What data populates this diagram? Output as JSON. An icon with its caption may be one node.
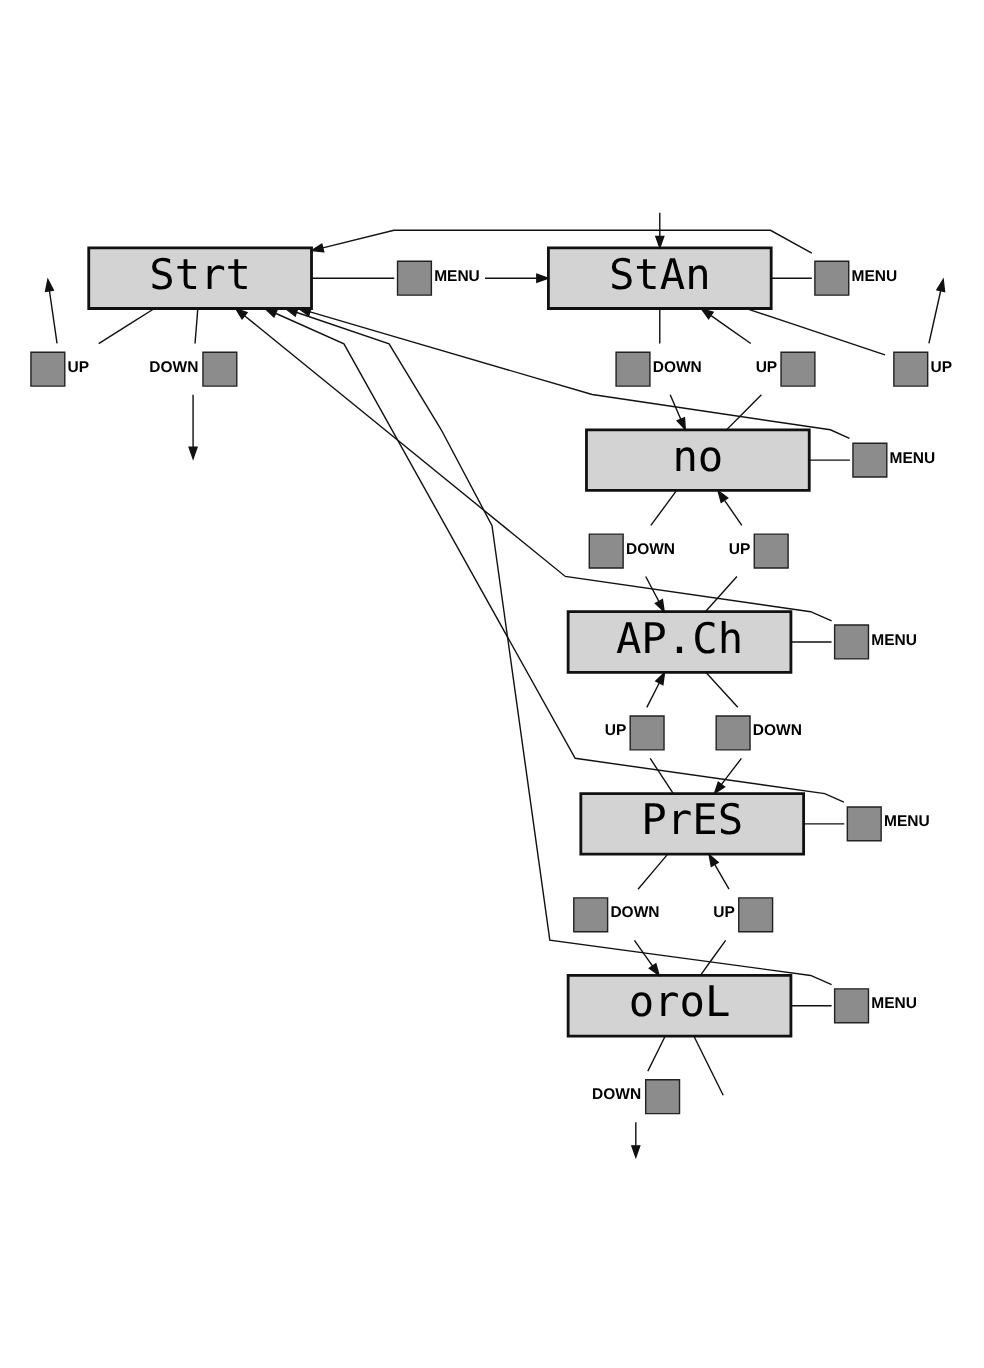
{
  "diagram": {
    "nodes": [
      {
        "text": [
          "Strt"
        ]
      },
      {
        "text": [],
        "shape": "box",
        "beside": [
          "UP"
        ]
      },
      {
        "text": [],
        "shape": "box",
        "beside": [
          "MENU"
        ]
      },
      {
        "text": [],
        "shape": "box",
        "beside": [
          "DOWN"
        ]
      },
      {
        "text": [
          "StAn"
        ]
      },
      {
        "text": [],
        "shape": "box",
        "beside": [
          "UP"
        ]
      },
      {
        "text": [],
        "shape": "box",
        "beside": [
          "MENU"
        ]
      },
      {
        "text": [],
        "shape": "box",
        "beside": [
          "DOWN"
        ]
      },
      {
        "text": [],
        "shape": "box",
        "beside": [
          "UP"
        ]
      },
      {
        "text": [
          "no"
        ]
      },
      {
        "text": [],
        "shape": "box",
        "beside": [
          "MENU"
        ]
      },
      {
        "text": [],
        "shape": "box",
        "beside": [
          "UP"
        ]
      },
      {
        "text": [],
        "shape": "box",
        "beside": [
          "DOWN"
        ]
      },
      {
        "text": [
          "AP.Ch"
        ]
      },
      {
        "text": [],
        "shape": "box",
        "beside": [
          "MENU"
        ]
      },
      {
        "text": [],
        "shape": "box",
        "beside": [
          "UP"
        ]
      },
      {
        "text": [],
        "shape": "box",
        "beside": [
          "DOWN"
        ]
      },
      {
        "text": [
          "PrES"
        ]
      },
      {
        "text": [],
        "shape": "box",
        "beside": [
          "MENU"
        ]
      },
      {
        "text": [],
        "shape": "box",
        "beside": [
          "UP"
        ]
      },
      {
        "text": [],
        "shape": "box",
        "beside": [
          "DOWN"
        ]
      },
      {
        "text": [
          "oroL"
        ]
      },
      {
        "text": [],
        "shape": "box",
        "beside": [
          "MENU"
        ]
      },
      {
        "text": [],
        "shape": "box",
        "beside": [
          "DOWN"
        ]
      }
    ],
    "edges": [
      {
        "from": 0,
        "to": 1,
        "arrow": "none"
      },
      {
        "from": 1,
        "to": null,
        "arrow": "to"
      },
      {
        "from": 0,
        "to": 2,
        "arrow": "none"
      },
      {
        "from": 2,
        "to": 4,
        "arrow": "to"
      },
      {
        "from": 0,
        "to": 3,
        "arrow": "none"
      },
      {
        "from": 3,
        "to": null,
        "arrow": "to"
      },
      {
        "from": 4,
        "to": 5,
        "arrow": "none"
      },
      {
        "from": 5,
        "to": null,
        "arrow": "to"
      },
      {
        "from": null,
        "to": 4,
        "arrow": "to"
      },
      {
        "from": 4,
        "to": 6,
        "arrow": "none"
      },
      {
        "from": 6,
        "to": 0,
        "arrow": "to"
      },
      {
        "from": 4,
        "to": 7,
        "arrow": "none"
      },
      {
        "from": 7,
        "to": 9,
        "arrow": "to"
      },
      {
        "from": 9,
        "to": 8,
        "arrow": "none"
      },
      {
        "from": 8,
        "to": 4,
        "arrow": "to"
      },
      {
        "from": 9,
        "to": 10,
        "arrow": "none"
      },
      {
        "from": 10,
        "to": 0,
        "arrow": "to"
      },
      {
        "from": 9,
        "to": 12,
        "arrow": "none"
      },
      {
        "from": 12,
        "to": 13,
        "arrow": "to"
      },
      {
        "from": 13,
        "to": 11,
        "arrow": "none"
      },
      {
        "from": 11,
        "to": 9,
        "arrow": "to"
      },
      {
        "from": 13,
        "to": 14,
        "arrow": "none"
      },
      {
        "from": 14,
        "to": 0,
        "arrow": "to"
      },
      {
        "from": 13,
        "to": 16,
        "arrow": "none"
      },
      {
        "from": 16,
        "to": 17,
        "arrow": "to"
      },
      {
        "from": 17,
        "to": 15,
        "arrow": "none"
      },
      {
        "from": 15,
        "to": 13,
        "arrow": "to"
      },
      {
        "from": 17,
        "to": 18,
        "arrow": "none"
      },
      {
        "from": 18,
        "to": 0,
        "arrow": "to"
      },
      {
        "from": 17,
        "to": 20,
        "arrow": "none"
      },
      {
        "from": 20,
        "to": 21,
        "arrow": "to"
      },
      {
        "from": 21,
        "to": 19,
        "arrow": "none"
      },
      {
        "from": 19,
        "to": 17,
        "arrow": "to"
      },
      {
        "from": 21,
        "to": 22,
        "arrow": "none"
      },
      {
        "from": 22,
        "to": 0,
        "arrow": "to"
      },
      {
        "from": 21,
        "to": 23,
        "arrow": "none"
      },
      {
        "from": 23,
        "to": null,
        "arrow": "to"
      },
      {
        "from": 21,
        "to": null,
        "arrow": "none"
      }
    ]
  }
}
